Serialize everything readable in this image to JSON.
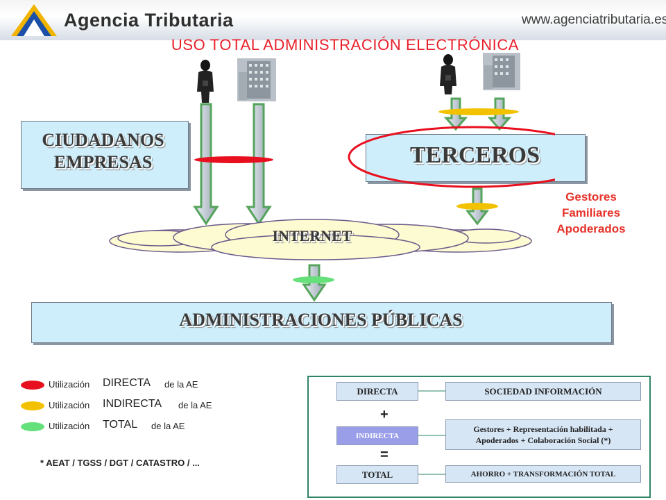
{
  "header": {
    "logo_text": "Agencia Tributaria",
    "site_url": "www.agenciatributaria.es"
  },
  "title": "USO TOTAL ADMINISTRACIÓN ELECTRÓNICA",
  "diagram": {
    "ciudadanos_line1": "CIUDADANOS",
    "ciudadanos_line2": "EMPRESAS",
    "terceros": "TERCEROS",
    "internet": "INTERNET",
    "administraciones": "ADMINISTRACIONES PÚBLICAS",
    "gestores_line1": "Gestores",
    "gestores_line2": "Familiares",
    "gestores_line3": "Apoderados"
  },
  "legend": [
    {
      "prefix": "Utilización",
      "key": "DIRECTA",
      "suffix": "de la AE",
      "color": "#e8101e"
    },
    {
      "prefix": "Utilización",
      "key": "INDIRECTA",
      "suffix": "de la AE",
      "color": "#f2c200"
    },
    {
      "prefix": "Utilización",
      "key": "TOTAL",
      "suffix": "de la AE",
      "color": "#66e07a"
    }
  ],
  "footnote": "* AEAT / TGSS / DGT / CATASTRO / ...",
  "summary": {
    "directa": "DIRECTA",
    "sociedad": "SOCIEDAD INFORMACIÓN",
    "plus": "+",
    "indirecta": "INDIRECTA",
    "gestores_line1": "Gestores + Representación habilitada +",
    "gestores_line2": "Apoderados + Colaboración Social (*)",
    "equals": "=",
    "total": "TOTAL",
    "ahorro": "AHORRO + TRANSFORMACIÓN TOTAL"
  },
  "colors": {
    "title_red": "#e8202a",
    "arrow_green": "#55a45c",
    "panel_blue": "#cfeefb",
    "cloud_yellow": "#fdfbd2",
    "direct_red": "#e8101e",
    "indirect_yellow": "#f2c200",
    "total_green": "#66e07a",
    "summary_border": "#2e8466"
  }
}
